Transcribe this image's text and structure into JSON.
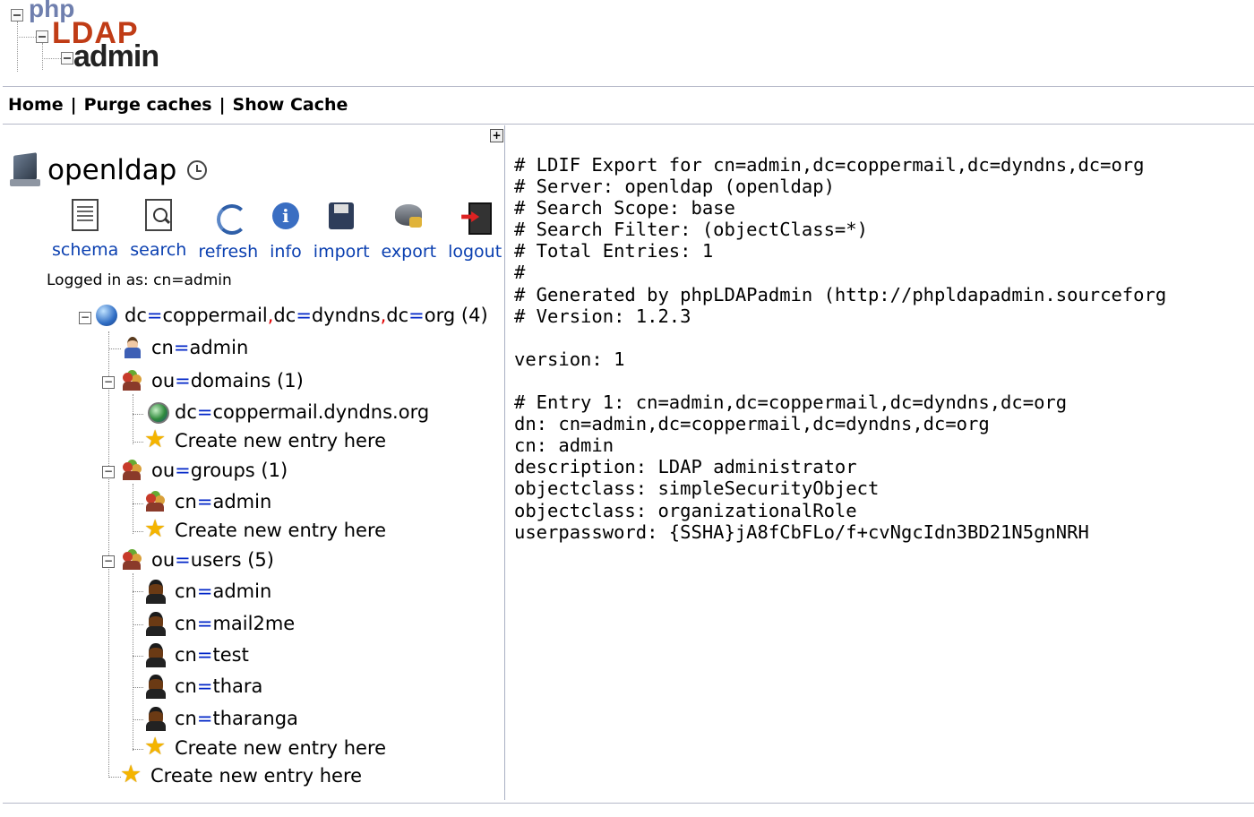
{
  "logo": {
    "line1": "php",
    "line2": "LDAP",
    "line3": "admin"
  },
  "menu": {
    "home": "Home",
    "purge": "Purge caches",
    "show_cache": "Show Cache",
    "sep": "|"
  },
  "expand_toggle": "+",
  "server": {
    "name": "openldap"
  },
  "actions": {
    "schema": "schema",
    "search": "search",
    "refresh": "refresh",
    "info": "info",
    "import": "import",
    "export": "export",
    "logout": "logout"
  },
  "logged_in": "Logged in as: cn=admin",
  "tree": {
    "root": {
      "p1": "dc",
      "p2": "coppermail",
      "p3": "dc",
      "p4": "dyndns",
      "p5": "dc",
      "p6": "org (4)"
    },
    "root_admin": {
      "attr": "cn",
      "val": "admin"
    },
    "domains": {
      "attr": "ou",
      "val": "domains (1)"
    },
    "domains_child": {
      "attr": "dc",
      "val": "coppermail.dyndns.org"
    },
    "groups": {
      "attr": "ou",
      "val": "groups (1)"
    },
    "groups_child": {
      "attr": "cn",
      "val": "admin"
    },
    "users": {
      "attr": "ou",
      "val": "users (5)"
    },
    "users_children": [
      {
        "attr": "cn",
        "val": "admin"
      },
      {
        "attr": "cn",
        "val": "mail2me"
      },
      {
        "attr": "cn",
        "val": "test"
      },
      {
        "attr": "cn",
        "val": "thara"
      },
      {
        "attr": "cn",
        "val": "tharanga"
      }
    ],
    "create_new": "Create new entry here"
  },
  "ldif": [
    "# LDIF Export for cn=admin,dc=coppermail,dc=dyndns,dc=org",
    "# Server: openldap (openldap)",
    "# Search Scope: base",
    "# Search Filter: (objectClass=*)",
    "# Total Entries: 1",
    "#",
    "# Generated by phpLDAPadmin (http://phpldapadmin.sourceforg",
    "# Version: 1.2.3",
    "",
    "version: 1",
    "",
    "# Entry 1: cn=admin,dc=coppermail,dc=dyndns,dc=org",
    "dn: cn=admin,dc=coppermail,dc=dyndns,dc=org",
    "cn: admin",
    "description: LDAP administrator",
    "objectclass: simpleSecurityObject",
    "objectclass: organizationalRole",
    "userpassword: {SSHA}jA8fCbFLo/f+cvNgcIdn3BD21N5gnNRH"
  ]
}
